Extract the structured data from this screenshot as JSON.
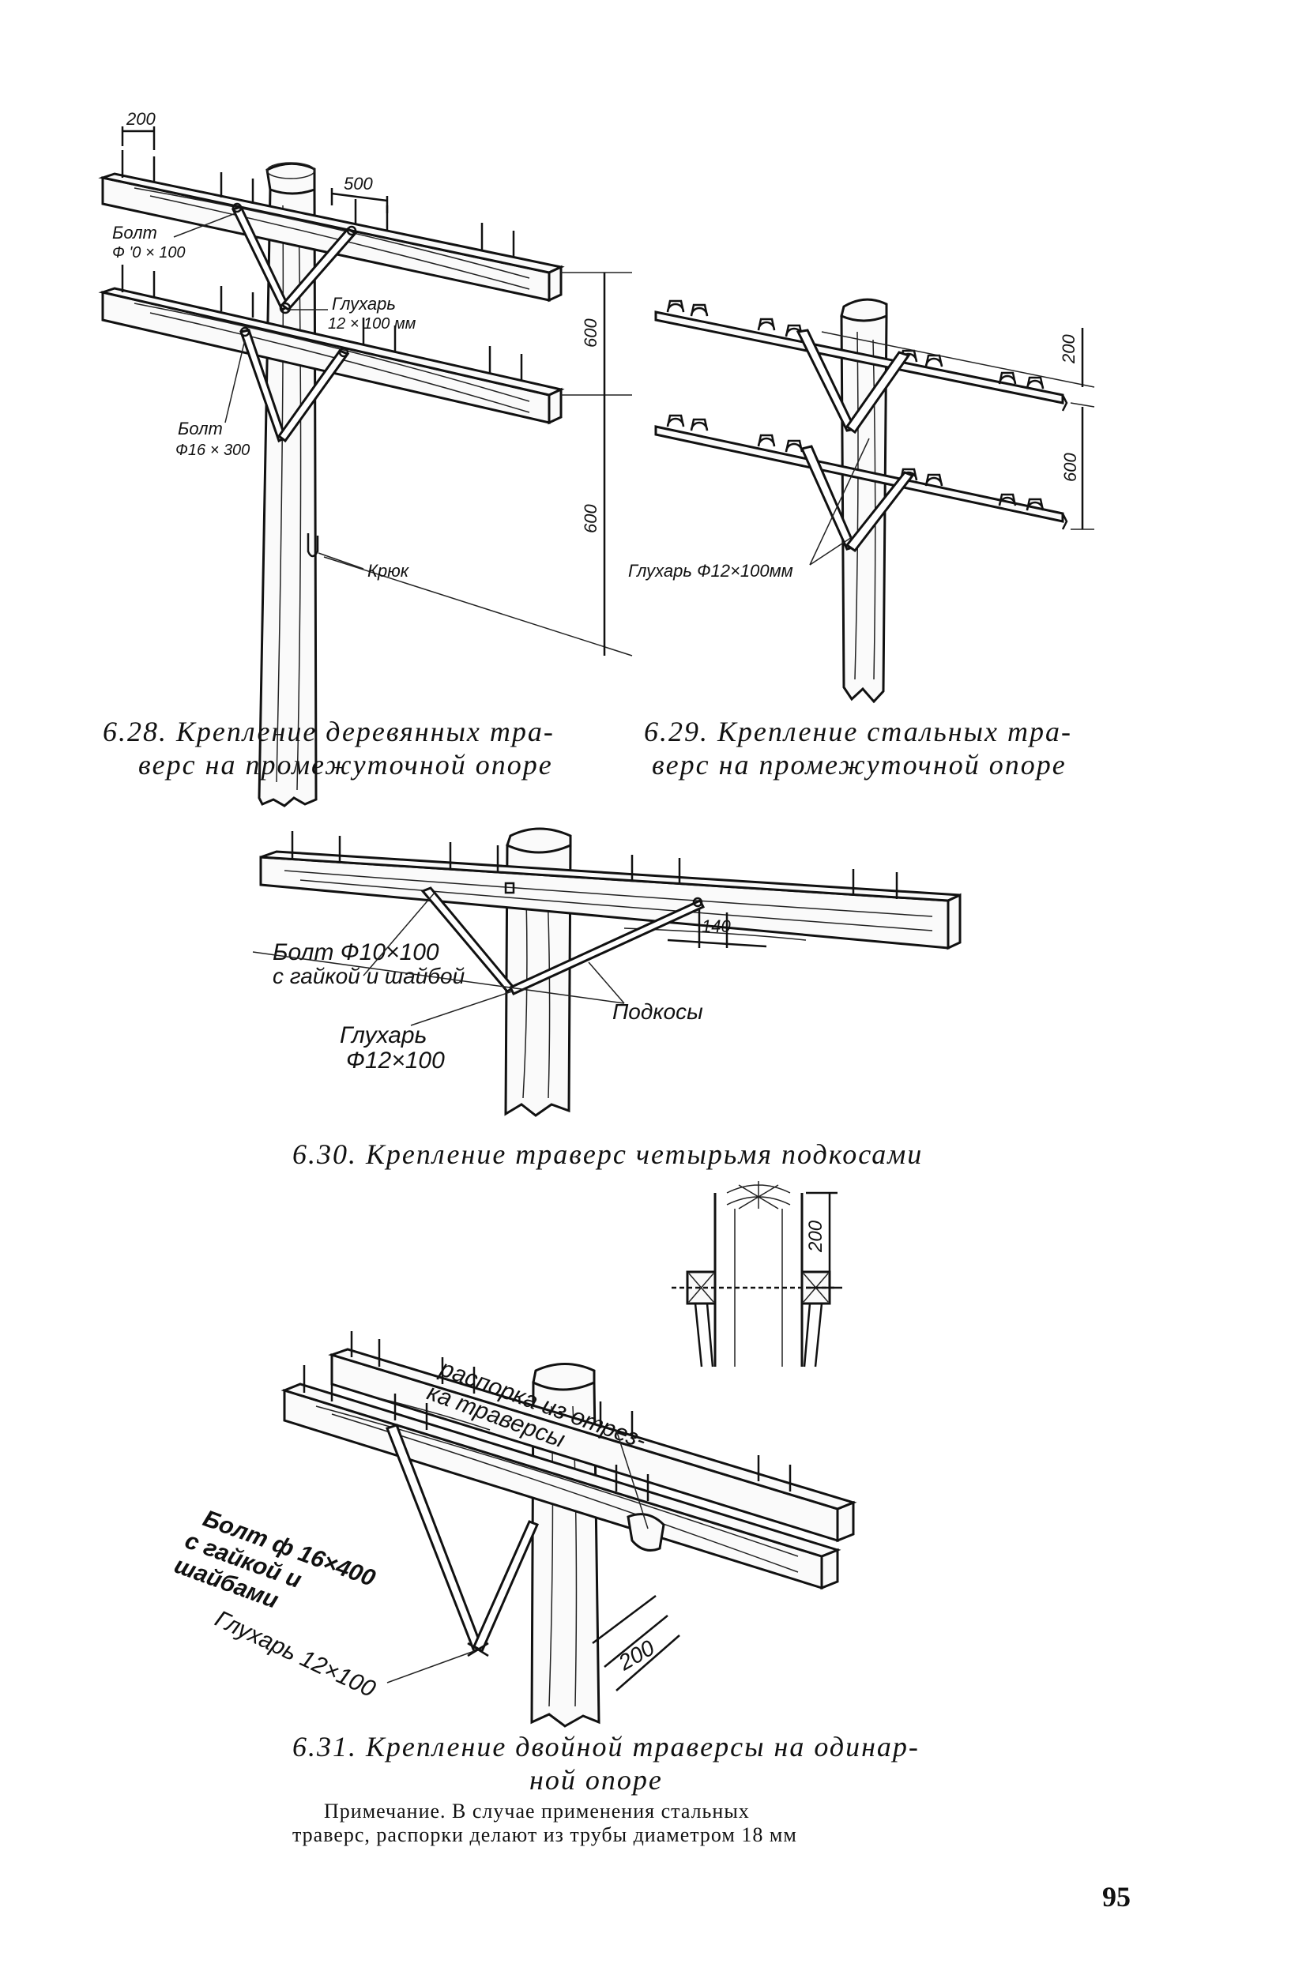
{
  "figures": [
    {
      "id": "6.28",
      "caption_number": "6.28.",
      "caption_line1": "Крепление деревянных тра-",
      "caption_line2": "верс на промежуточной опоре",
      "labels": {
        "dim_200": "200",
        "dim_500": "500",
        "bolt_1_line1": "Болт",
        "bolt_1_line2": "Ф '0 × 100",
        "lag_line1": "Глухарь",
        "lag_line2": "12 × 100 мм",
        "bolt_2_line1": "Болт",
        "bolt_2_line2": "Ф16 × 300",
        "dim_600_upper": "600",
        "dim_600_lower": "600",
        "hook": "Крюк"
      }
    },
    {
      "id": "6.29",
      "caption_number": "6.29.",
      "caption_line1": "Крепление стальных тра-",
      "caption_line2": "верс на промежуточной опоре",
      "labels": {
        "dim_200": "200",
        "dim_600": "600",
        "lag": "Глухарь Ф12×100мм"
      }
    },
    {
      "id": "6.30",
      "caption_number": "6.30.",
      "caption_text": "Крепление траверс четырьмя подкосами",
      "labels": {
        "bolt_line1": "Болт Ф10×100",
        "bolt_line2": "с гайкой и шайбой",
        "dim_140": "140",
        "braces": "Подкосы",
        "lag_line1": "Глухарь",
        "lag_line2": "Ф12×100"
      }
    },
    {
      "id": "6.31",
      "caption_number": "6.31.",
      "caption_line1": "Крепление двойной траверсы на одинар-",
      "caption_line2": "ной опоре",
      "labels": {
        "dim_200_top": "200",
        "spacer_line1": "распорка из отрез-",
        "spacer_line2": "ка траверсы",
        "bolt_line1": "Болт ф 16×400",
        "bolt_line2": "с гайкой и",
        "bolt_line3": "шайбами",
        "lag": "Глухарь 12×100",
        "dim_200_bottom": "200"
      }
    }
  ],
  "note": {
    "line1": "Примечание. В случае применения стальных",
    "line2": "траверс, распорки делают из трубы диаметром 18 мм"
  },
  "page_number": "95"
}
